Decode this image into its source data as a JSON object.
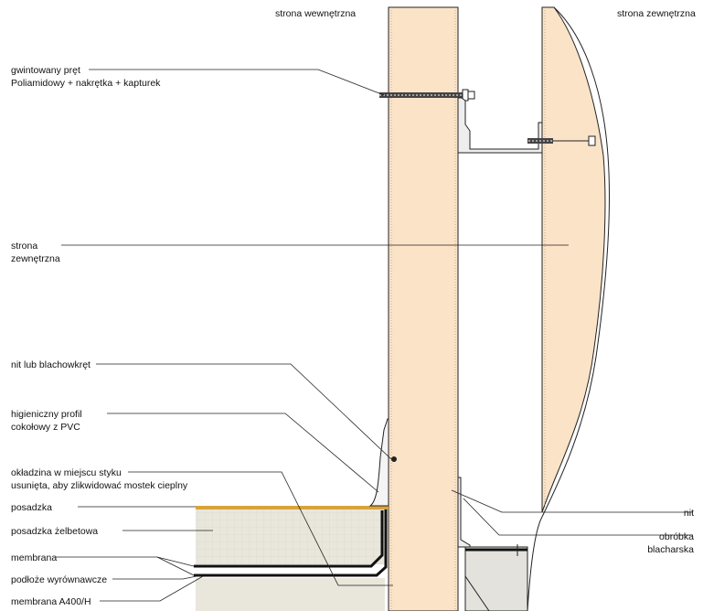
{
  "labels": {
    "inside_side": "strona wewnętrzna",
    "outside_side_top": "strona zewnętrzna",
    "rod_line1": "gwintowany pręt",
    "rod_line2": "Poliamidowy + nakrętka + kapturek",
    "outside_left_line1": "strona",
    "outside_left_line2": "zewnętrzna",
    "rivet": "nit lub blachowkręt",
    "pvc_line1": "higieniczny profil",
    "pvc_line2": "cokołowy z PVC",
    "cladding_line1": "okładzina w miejscu styku",
    "cladding_line2": "usunięta, aby zlikwidować mostek cieplny",
    "floor": "posadzka",
    "concrete_floor": "posadzka żelbetowa",
    "membrane": "membrana",
    "levelling_base": "podłoże wyrównawcze",
    "membrane_a400": "membrana A400/H",
    "nit_right": "nit",
    "flashing_line1": "obróbka",
    "flashing_line2": "blacharska"
  },
  "colors": {
    "panel_core": "#fbe3c8",
    "concrete": "#e9e6dc",
    "floor_finish": "#d9a23a",
    "outline": "#222222"
  }
}
